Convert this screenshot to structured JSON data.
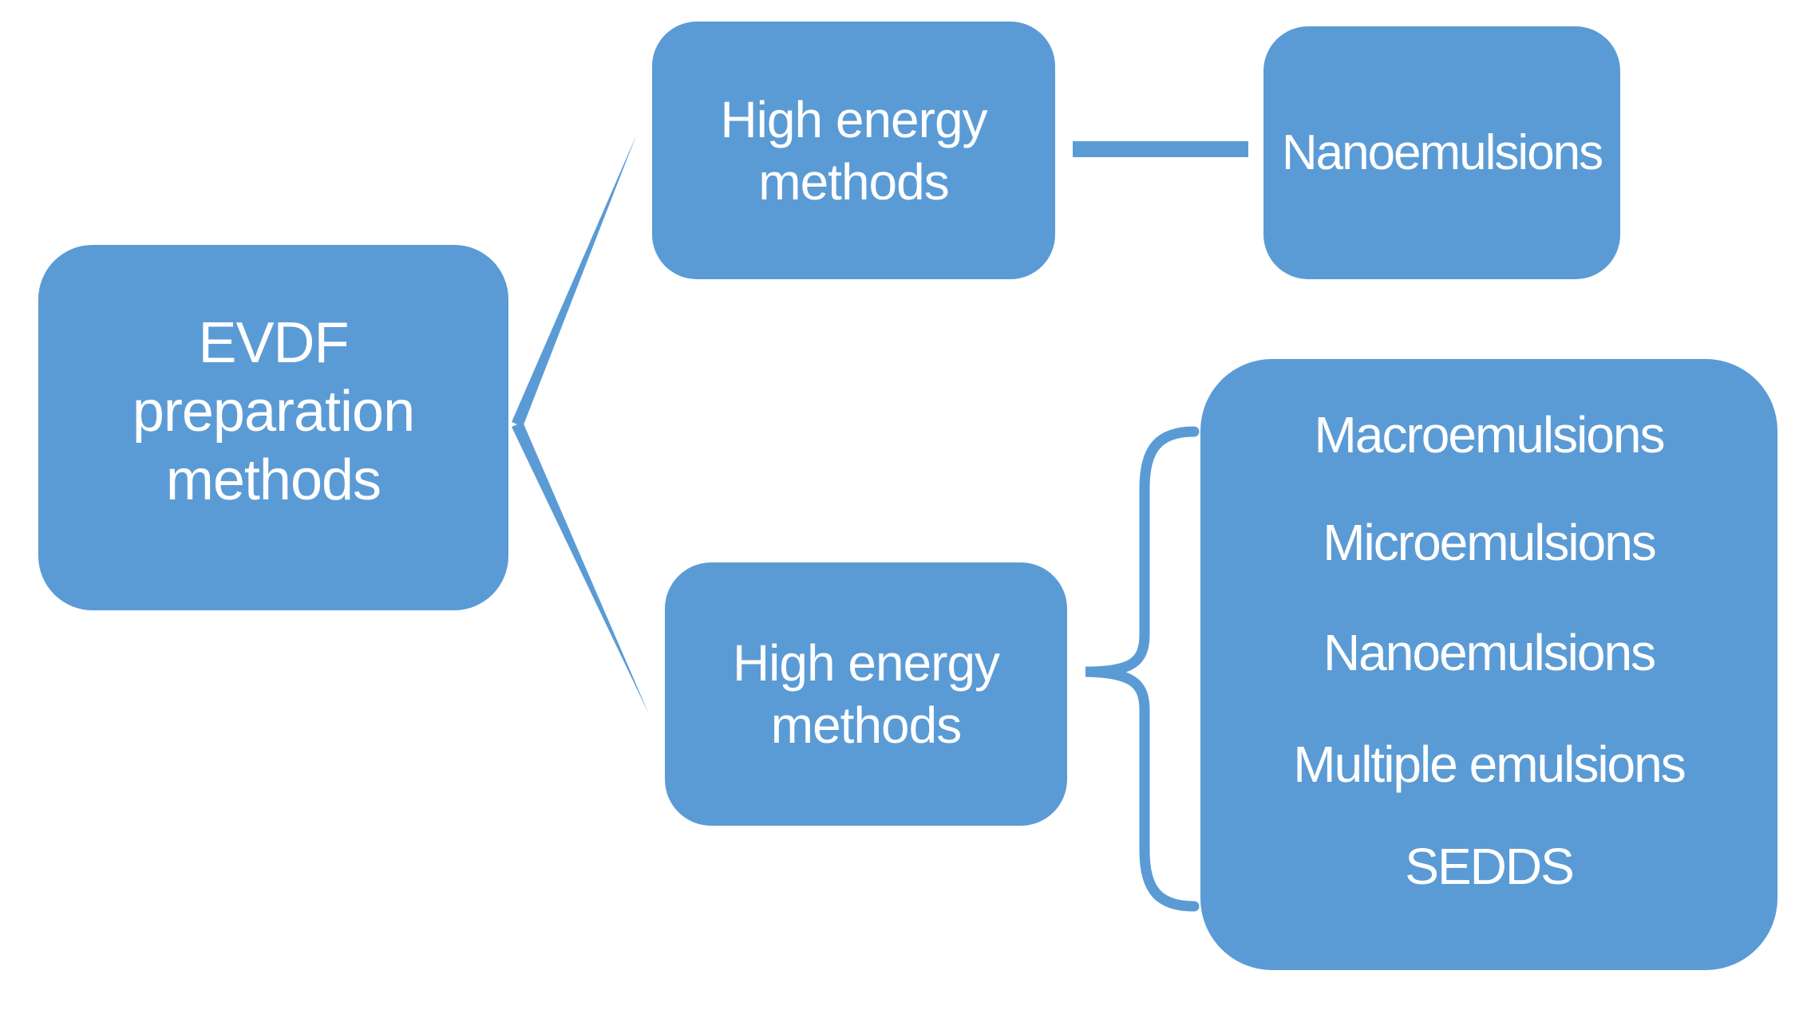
{
  "colors": {
    "accent": "#5b9bd5",
    "text_on_accent": "#ffffff",
    "background": "#ffffff"
  },
  "diagram": {
    "root_box": {
      "label": "EVDF\npreparation\nmethods"
    },
    "top_branch_box": {
      "label": "High energy\nmethods"
    },
    "top_leaf_box": {
      "label": "Nanoemulsions"
    },
    "bottom_branch_box": {
      "label": "High energy\nmethods"
    },
    "group_box": {
      "items": [
        "Macroemulsions",
        "Microemulsions",
        "Nanoemulsions",
        "Multiple emulsions",
        "SEDDS"
      ]
    }
  }
}
